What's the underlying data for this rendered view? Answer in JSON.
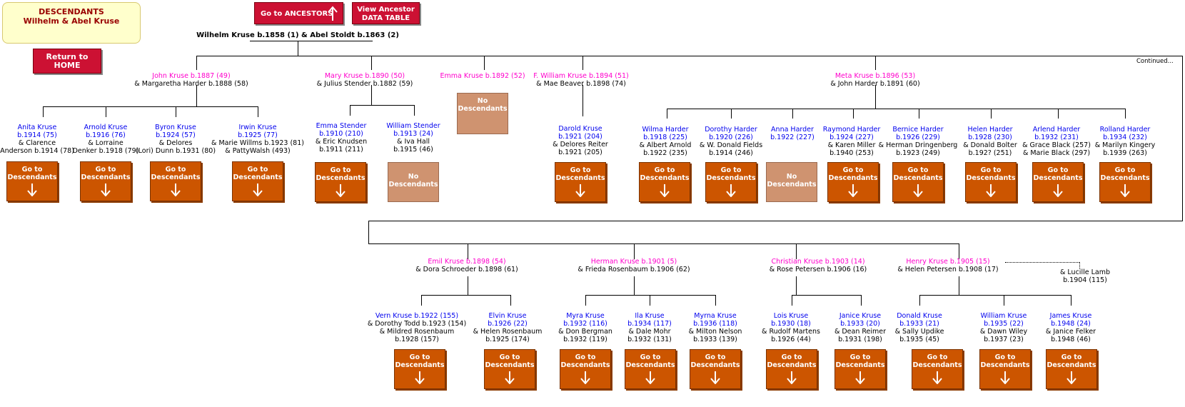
{
  "header": {
    "title_line1": "DESCENDANTS",
    "title_line2": "Wilhelm & Abel Kruse",
    "ancestors_button": "Go to ANCESTORS",
    "data_table_line1": "View Ancestor",
    "data_table_line2": "DATA TABLE",
    "home_line1": "Return to",
    "home_line2": "HOME",
    "root_couple": "Wilhelm Kruse b.1858 (1) & Abel Stoldt b.1863 (2)",
    "continued": "Continued..."
  },
  "box_labels": {
    "go_line1": "Go to",
    "go_line2": "Descendants",
    "no_line1": "No",
    "no_line2": "Descendants"
  },
  "row1": {
    "john": {
      "name": "John Kruse b.1887 (49)",
      "spouse": "& Margaretha Harder b.1888 (58)"
    },
    "mary": {
      "name": "Mary Kruse b.1890 (50)",
      "spouse": "& Julius Stender b.1882 (59)"
    },
    "emma": {
      "name": "Emma Kruse b.1892 (52)"
    },
    "fwilliam": {
      "name": "F. William Kruse b.1894 (51)",
      "spouse": "& Mae Beaver b.1898 (74)"
    },
    "meta": {
      "name": "Meta Kruse b.1896 (53)",
      "spouse": "& John Harder b.1891 (60)"
    }
  },
  "row1_children": {
    "anita": {
      "l1": "Anita Kruse",
      "l2": "b.1914 (75)",
      "l3": "& Clarence",
      "l4": "Anderson b.1914 (78)"
    },
    "arnold": {
      "l1": "Arnold Kruse",
      "l2": "b.1916 (76)",
      "l3": "& Lorraine",
      "l4": "Denker b.1918 (79)"
    },
    "byron": {
      "l1": "Byron Kruse",
      "l2": "b.1924 (57)",
      "l3": "& Delores",
      "l4": "(Lori) Dunn b.1931 (80)"
    },
    "irwin": {
      "l1": "Irwin Kruse",
      "l2": "b.1925 (77)",
      "l3": "& Marie Willms b.1923 (81)",
      "l4": "& PattyWalsh (493)"
    },
    "emmas": {
      "l1": "Emma Stender",
      "l2": "b.1910 (210)",
      "l3": "& Eric Knudsen",
      "l4": "b.1911 (211)"
    },
    "williams": {
      "l1": "William Stender",
      "l2": "b.1913 (24)",
      "l3": "& Iva Hall",
      "l4": "b.1915 (46)"
    },
    "darold": {
      "l1": "Darold Kruse",
      "l2": "b.1921 (204)",
      "l3": "& Delores Reiter",
      "l4": "b.1921 (205)"
    },
    "wilma": {
      "l1": "Wilma Harder",
      "l2": "b.1918 (225)",
      "l3": "& Albert Arnold",
      "l4": "b.1922 (235)"
    },
    "dorothy": {
      "l1": "Dorothy Harder",
      "l2": "b.1920 (226)",
      "l3": "& W. Donald Fields",
      "l4": "b.1914 (246)"
    },
    "anna": {
      "l1": "Anna Harder",
      "l2": "b.1922 (227)"
    },
    "raymond": {
      "l1": "Raymond Harder",
      "l2": "b.1924 (227)",
      "l3": "& Karen Miller",
      "l4": "b.1940 (253)"
    },
    "bernice": {
      "l1": "Bernice Harder",
      "l2": "b.1926 (229)",
      "l3": "& Herman Dringenberg",
      "l4": "b.1923 (249)"
    },
    "helen": {
      "l1": "Helen Harder",
      "l2": "b.1928 (230)",
      "l3": "& Donald Bolter",
      "l4": "b.192? (251)"
    },
    "arlend": {
      "l1": "Arlend Harder",
      "l2": "b.1932 (231)",
      "l3": "& Grace Black (257)",
      "l4": "& Marie Black (297)"
    },
    "rolland": {
      "l1": "Rolland Harder",
      "l2": "b.1934 (232)",
      "l3": "& Marilyn Kingery",
      "l4": "b.1939 (263)"
    }
  },
  "row2": {
    "emil": {
      "name": "Emil Kruse b.1898 (54)",
      "spouse": "& Dora Schroeder b.1898 (61)"
    },
    "herman": {
      "name": "Herman Kruse b.1901 (5)",
      "spouse": "& Frieda Rosenbaum b.1906 (62)"
    },
    "christian": {
      "name": "Christian Kruse b.1903 (14)",
      "spouse": "& Rose Petersen b.1906 (16)"
    },
    "henry": {
      "name": "Henry Kruse b.1905 (15)",
      "spouse": "& Helen Petersen b.1908 (17)"
    },
    "lucille": {
      "l1": "& Lucille Lamb",
      "l2": "b.1904 (115)"
    }
  },
  "row2_children": {
    "vern": {
      "l1": "Vern Kruse b.1922 (155)",
      "l2": "& Dorothy Todd b.1923 (154)",
      "l3": "& Mildred Rosenbaum",
      "l4": "b.1928 (157)"
    },
    "elvin": {
      "l1": "Elvin Kruse",
      "l2": "b.1926 (22)",
      "l3": "& Helen Rosenbaum",
      "l4": "b.1925 (174)"
    },
    "myra": {
      "l1": "Myra Kruse",
      "l2": "b.1932 (116)",
      "l3": "& Don Bergman",
      "l4": "b.1932 (119)"
    },
    "ila": {
      "l1": "Ila Kruse",
      "l2": "b.1934 (117)",
      "l3": "& Dale Mohr",
      "l4": "b.1932 (131)"
    },
    "myrna": {
      "l1": "Myrna Kruse",
      "l2": "b.1936 (118)",
      "l3": "& Milton Nelson",
      "l4": "b.1933 (139)"
    },
    "lois": {
      "l1": "Lois Kruse",
      "l2": "b.1930 (18)",
      "l3": "& Rudolf Martens",
      "l4": "b.1926 (44)"
    },
    "janice": {
      "l1": "Janice Kruse",
      "l2": "b.1933 (20)",
      "l3": "& Dean Reimer",
      "l4": "b.1931 (198)"
    },
    "donald": {
      "l1": "Donald Kruse",
      "l2": "b.1933 (21)",
      "l3": "& Sally Updike",
      "l4": "b.1935 (45)"
    },
    "williamk": {
      "l1": "William Kruse",
      "l2": "b.1935 (22)",
      "l3": "& Dawn Wiley",
      "l4": "b.1937 (23)"
    },
    "james": {
      "l1": "James Kruse",
      "l2": "b.1948 (24)",
      "l3": "& Janice Felker",
      "l4": "b.1948 (46)"
    }
  }
}
